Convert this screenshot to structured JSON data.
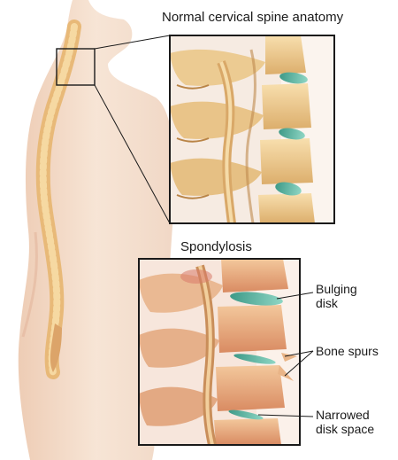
{
  "labels": {
    "normal_title": "Normal cervical spine anatomy",
    "spondylosis_title": "Spondylosis",
    "bulging_disk": "Bulging disk",
    "bulging_disk_lines": [
      "Bulging",
      "disk"
    ],
    "bone_spurs": "Bone spurs",
    "narrowed_disk_space": "Narrowed disk space",
    "narrowed_lines": [
      "Narrowed",
      "disk space"
    ]
  },
  "icons": {
    "body": "human-torso-silhouette",
    "spine": "spinal-column",
    "normal_inset": "cervical-vertebrae-closeup",
    "spondylosis_inset": "degenerated-vertebrae-closeup"
  },
  "colors": {
    "skin": "#f3d9c4",
    "skin_shadow": "#e6bfa5",
    "bone": "#f2cf8e",
    "bone_dark": "#c9985a",
    "bone_inflamed": "#e6a47a",
    "disk": "#57b3a0",
    "disk_dark": "#2f7f70",
    "frame": "#1a1a1a"
  }
}
